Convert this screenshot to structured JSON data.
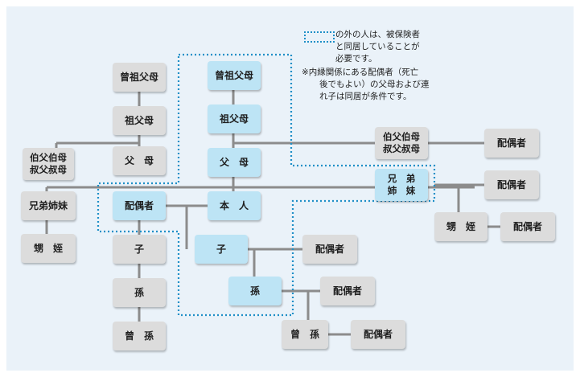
{
  "colors": {
    "background": "#eaf2f9",
    "gray_box": "#dcdcdc",
    "blue_box": "#bde4f5",
    "line": "#8c8c8c",
    "dotted_border": "#1f8fc7"
  },
  "note": {
    "line1": "の外の人は、被保険者",
    "line2": "と同居していることが",
    "line3": "必要です。",
    "line4": "※内縁関係にある配偶者（死亡",
    "line5": "後でもよい）の父母および連",
    "line6": "れ子は同居が条件です。"
  },
  "nodes": {
    "great_grandparents_left": "曾祖父母",
    "grandparents_left": "祖父母",
    "parents_left": "父　母",
    "uncles_aunts_left": "伯父伯母\n叔父叔母",
    "siblings_left": "兄弟姉妹",
    "nephews_left": "甥　姪",
    "spouse_center": "配偶者",
    "child_left": "子",
    "grandchild_left": "孫",
    "great_grandchild_left": "曾　孫",
    "great_grandparents_main": "曾祖父母",
    "grandparents_main": "祖父母",
    "parents_main": "父　母",
    "self": "本　人",
    "child_main": "子",
    "grandchild_main": "孫",
    "great_grandchild_main": "曾　孫",
    "uncles_aunts_right": "伯父伯母\n叔父叔母",
    "siblings_right": "兄　弟\n姉　妹",
    "nephews_right": "甥　姪",
    "spouse_uncles": "配偶者",
    "spouse_siblings": "配偶者",
    "spouse_nephews": "配偶者",
    "spouse_child": "配偶者",
    "spouse_grandchild": "配偶者",
    "spouse_great_grandchild": "配偶者"
  }
}
